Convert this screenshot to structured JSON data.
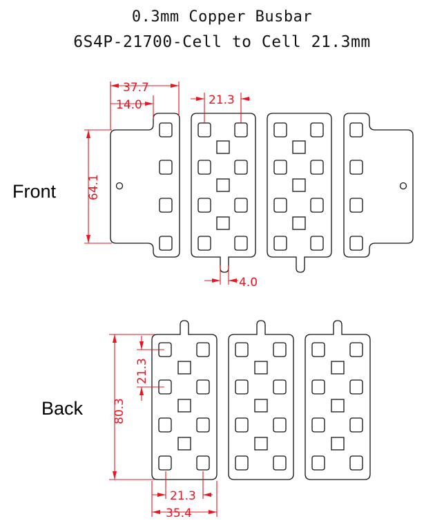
{
  "title": {
    "line1": "0.3mm Copper Busbar",
    "line2": "6S4P-21700-Cell to Cell 21.3mm"
  },
  "labels": {
    "front": "Front",
    "back": "Back"
  },
  "dimensions": {
    "front_overall_width": "37.7",
    "front_tab_width": "14.0",
    "front_cell_pitch": "21.3",
    "front_height": "64.1",
    "front_tab_neck": "4.0",
    "back_cell_pitch_vertical": "21.3",
    "back_height": "80.3",
    "back_cell_pitch_horizontal": "21.3",
    "back_overall_width": "35.4"
  },
  "colors": {
    "outline": "#111111",
    "dimension": "#e8141f",
    "background": "#ffffff"
  }
}
